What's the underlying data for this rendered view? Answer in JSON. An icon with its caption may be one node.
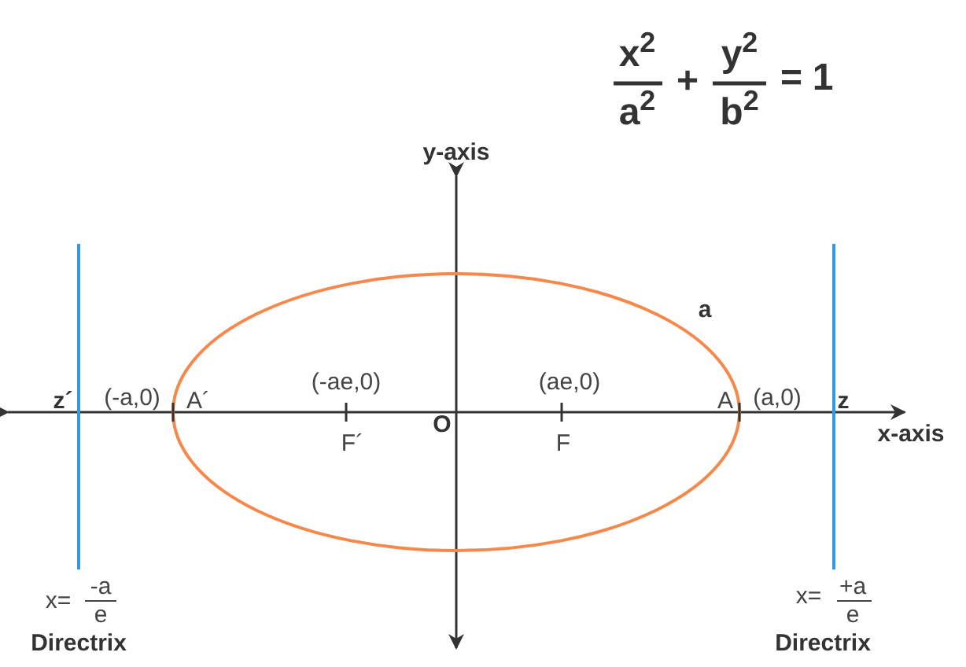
{
  "diagram": {
    "labels": [
      "x$^{2}$",
      "a$^{2}$",
      "+",
      "y$^{2}$",
      "b$^{2}$",
      "=",
      "1",
      "y-axis",
      "a",
      "z´",
      "(-a,0)",
      "A´",
      "(-ae,0)",
      "(ae,0)",
      "A",
      "(a,0)",
      "z",
      "x-axis",
      "F´",
      "O",
      "F",
      "x=",
      "-a",
      "e",
      "Directrix",
      "x=",
      "+a",
      "e",
      "Directrix"
    ]
  }
}
